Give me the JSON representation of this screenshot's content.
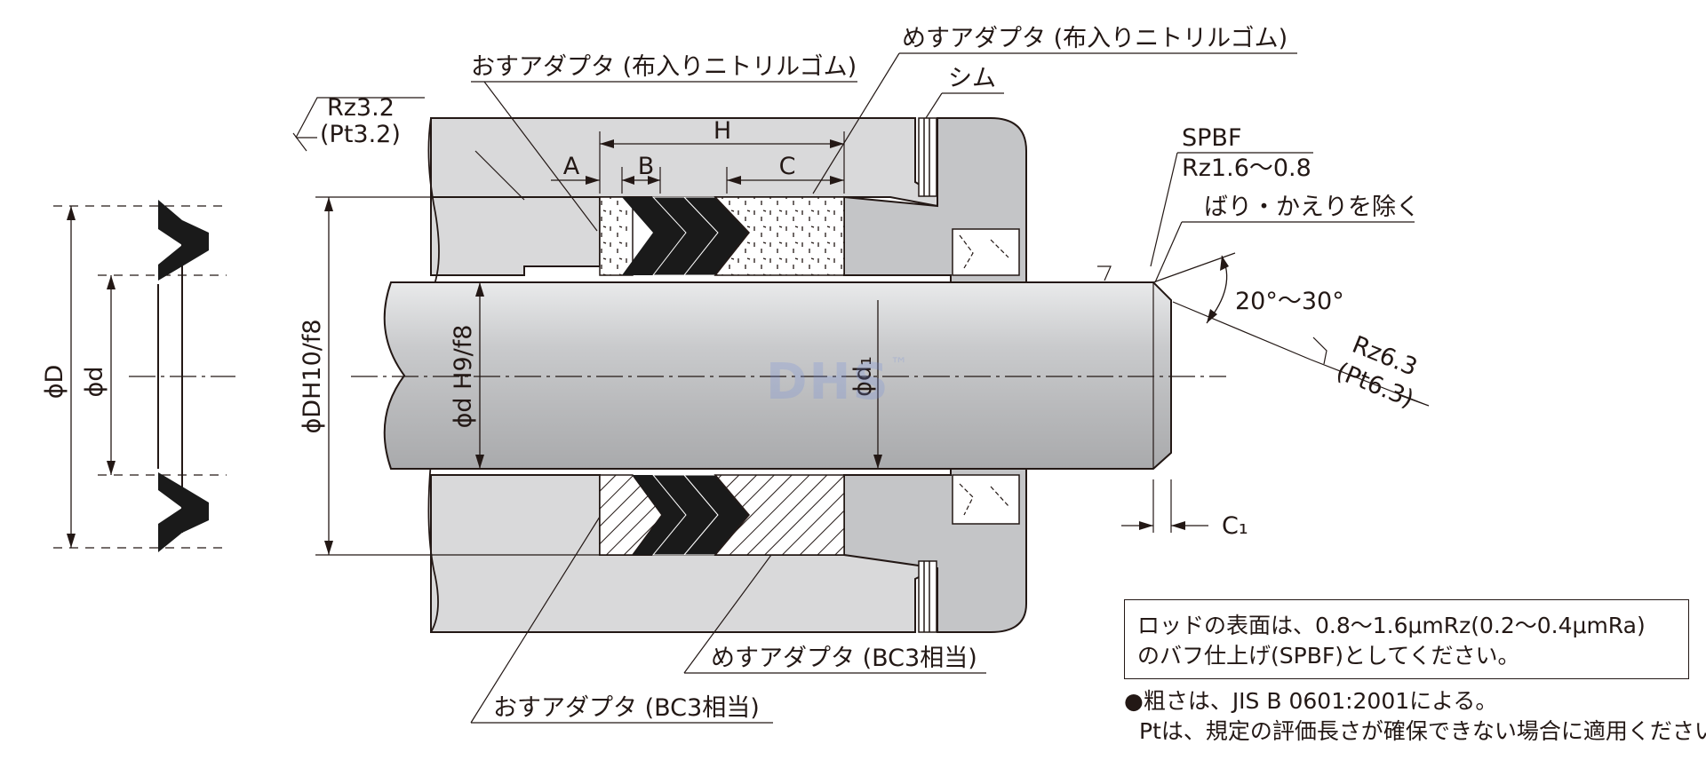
{
  "labels": {
    "male_adapter_rubber": "おすアダプタ (布入りニトリルゴム)",
    "female_adapter_rubber": "めすアダプタ (布入りニトリルゴム)",
    "shim": "シム",
    "spbf": "SPBF",
    "rz_spbf": "Rz1.6〜0.8",
    "deburr": "ばり・かえりを除く",
    "female_adapter_bc3": "めすアダプタ (BC3相当)",
    "male_adapter_bc3": "おすアダプタ (BC3相当)"
  },
  "roughness": {
    "left_rz": "Rz3.2",
    "left_pt": "(Pt3.2)",
    "right_rz": "Rz6.3",
    "right_pt": "(Pt6.3)"
  },
  "dims": {
    "H": "H",
    "A": "A",
    "B": "B",
    "C": "C",
    "C1": "C₁",
    "angle": "20°〜30°",
    "phiD_housing": "ϕDH10/f8",
    "phid_rod": "ϕd H9/f8",
    "phid1": "ϕd₁",
    "phiD_left": "ϕD",
    "phid_left": "ϕd"
  },
  "note": {
    "line1": "ロッドの表面は、0.8〜1.6μmRz(0.2〜0.4μmRa)",
    "line2": "のバフ仕上げ(SPBF)としてください。"
  },
  "footnote": {
    "line1": "●粗さは、JIS B 0601:2001による。",
    "line2": "Ptは、規定の評価長さが確保できない場合に適用ください。"
  },
  "watermark": {
    "text": "DHS",
    "tm": "™"
  },
  "colors": {
    "ink": "#231815",
    "metal_light": "#d9d9da",
    "metal_mid": "#c4c5c7",
    "rubber": "#1a1a1a"
  }
}
